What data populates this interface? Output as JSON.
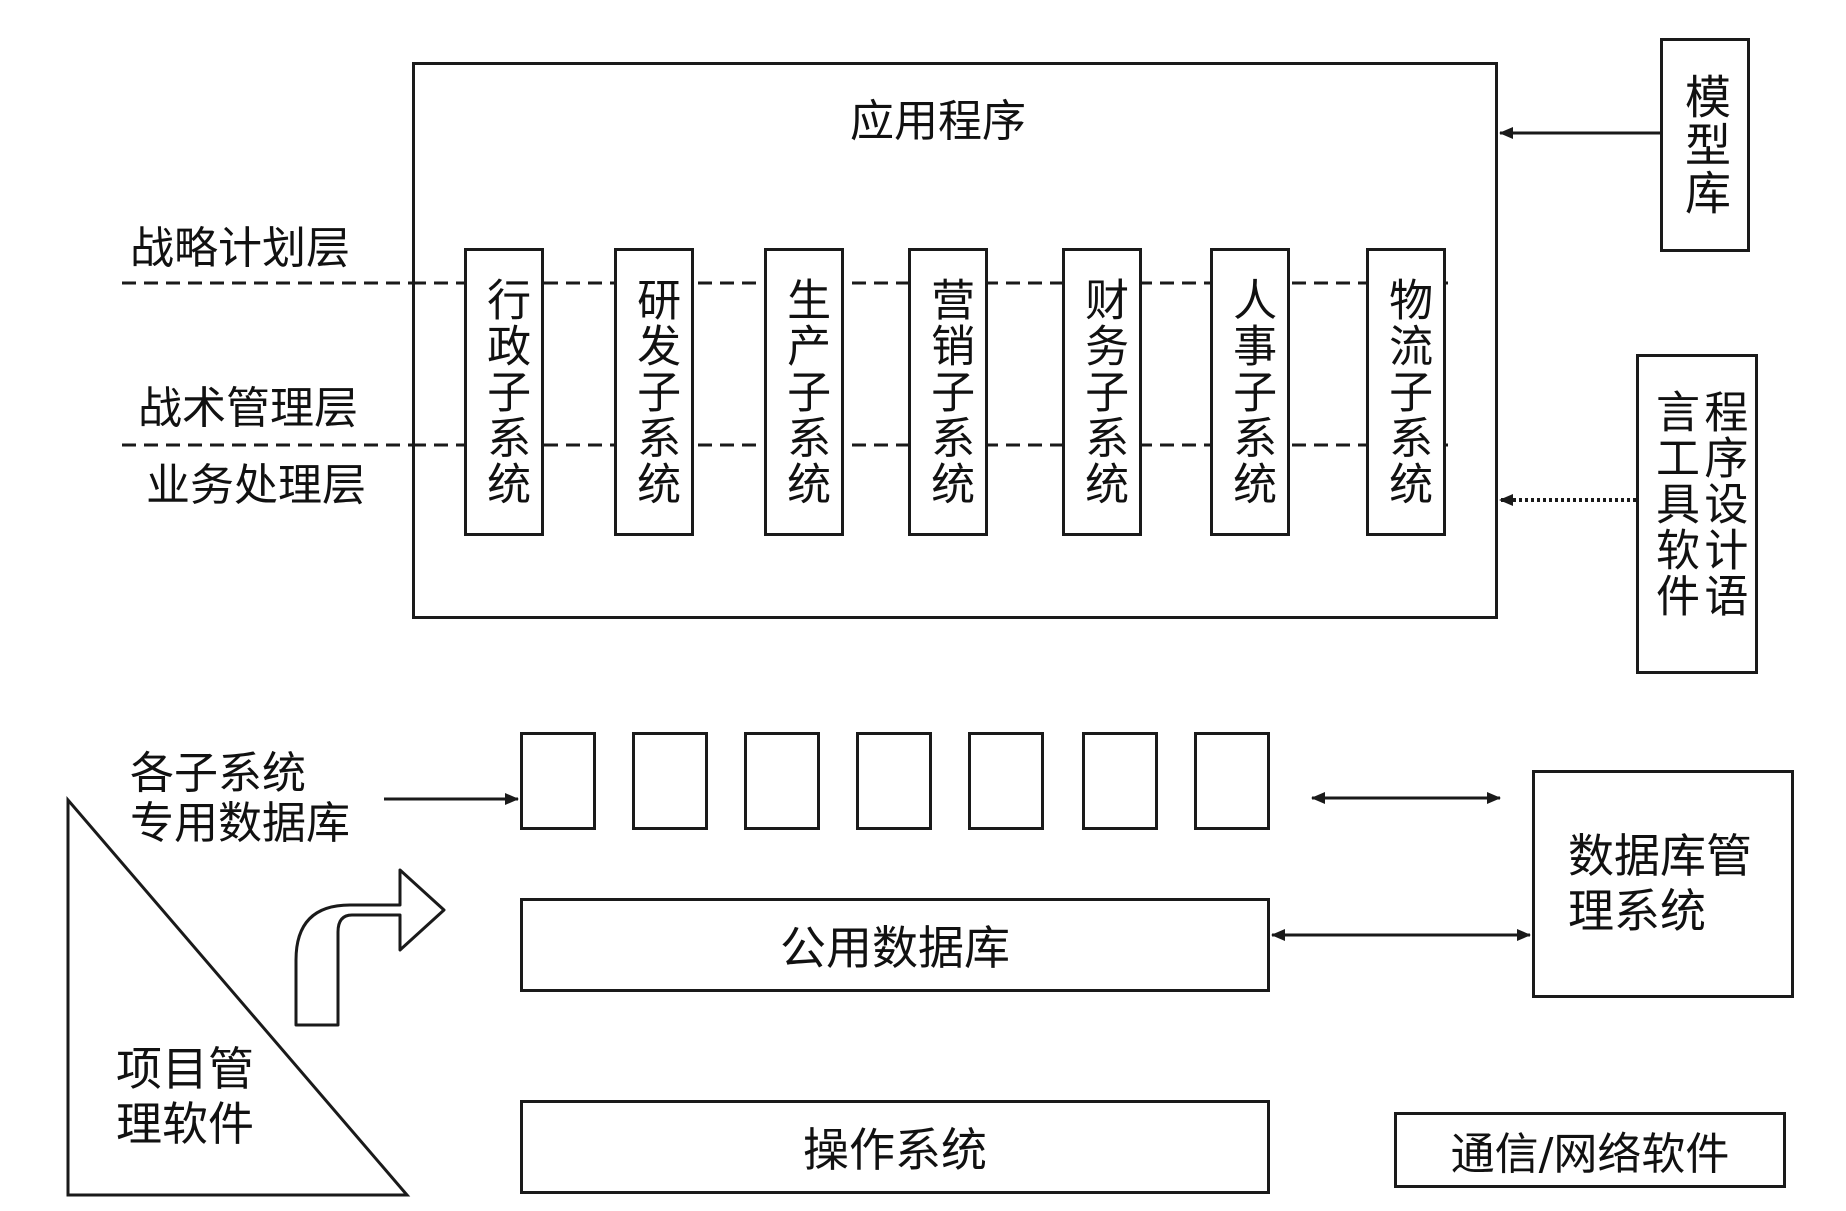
{
  "app": {
    "title": "应用程序",
    "subsystems": [
      "行政子系统",
      "研发子系统",
      "生产子系统",
      "营销子系统",
      "财务子系统",
      "人事子系统",
      "物流子系统"
    ]
  },
  "layers": {
    "strategic": "战略计划层",
    "tactical": "战术管理层",
    "operational": "业务处理层"
  },
  "side": {
    "model_library": "模型库",
    "programming_tools": "程序设计语言工具软件"
  },
  "data": {
    "subsystem_db_line1": "各子系统",
    "subsystem_db_line2": "专用数据库",
    "public_db": "公用数据库",
    "dbms": "数据库管理系统",
    "operating_system": "操作系统",
    "network_software": "通信/网络软件",
    "project_mgmt": "项目管理软件"
  }
}
